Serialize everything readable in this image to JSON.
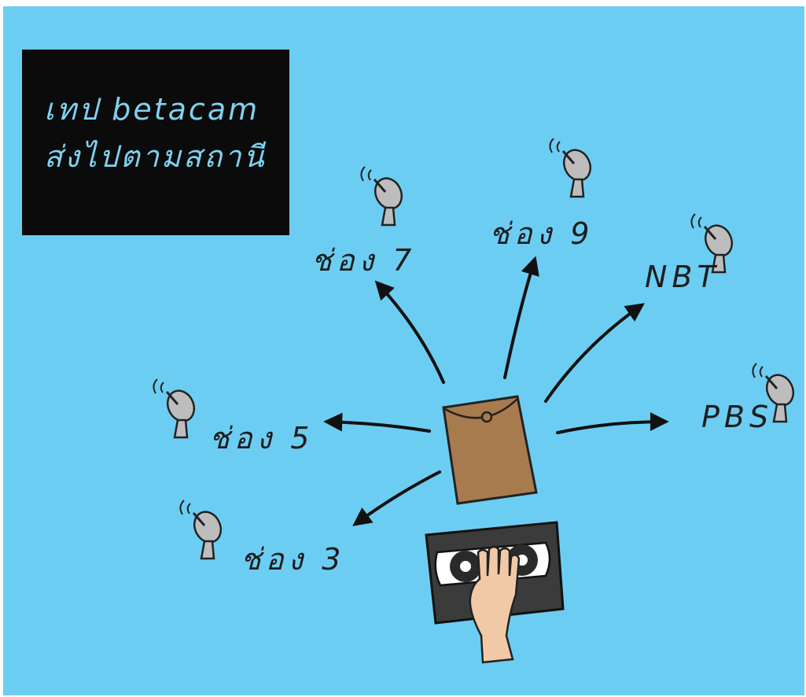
{
  "caption": {
    "line1": "เทป betacam",
    "line2": "ส่งไปตามสถานี"
  },
  "stations": [
    {
      "name": "ช่อง 7"
    },
    {
      "name": "ช่อง 9"
    },
    {
      "name": "NBT"
    },
    {
      "name": "PBS"
    },
    {
      "name": "ช่อง 5"
    },
    {
      "name": "ช่อง 3"
    }
  ],
  "colors": {
    "background": "#6ccdf3",
    "caption_box": "#0b0b0b",
    "caption_text": "#7fd2f0",
    "envelope": "#a87b4f",
    "tape": "#3b3b3b",
    "skin": "#f2c9a6",
    "ink": "#111111"
  },
  "icons": [
    "satellite-dish-icon",
    "envelope-icon",
    "betacam-tape-icon",
    "hand-icon"
  ]
}
